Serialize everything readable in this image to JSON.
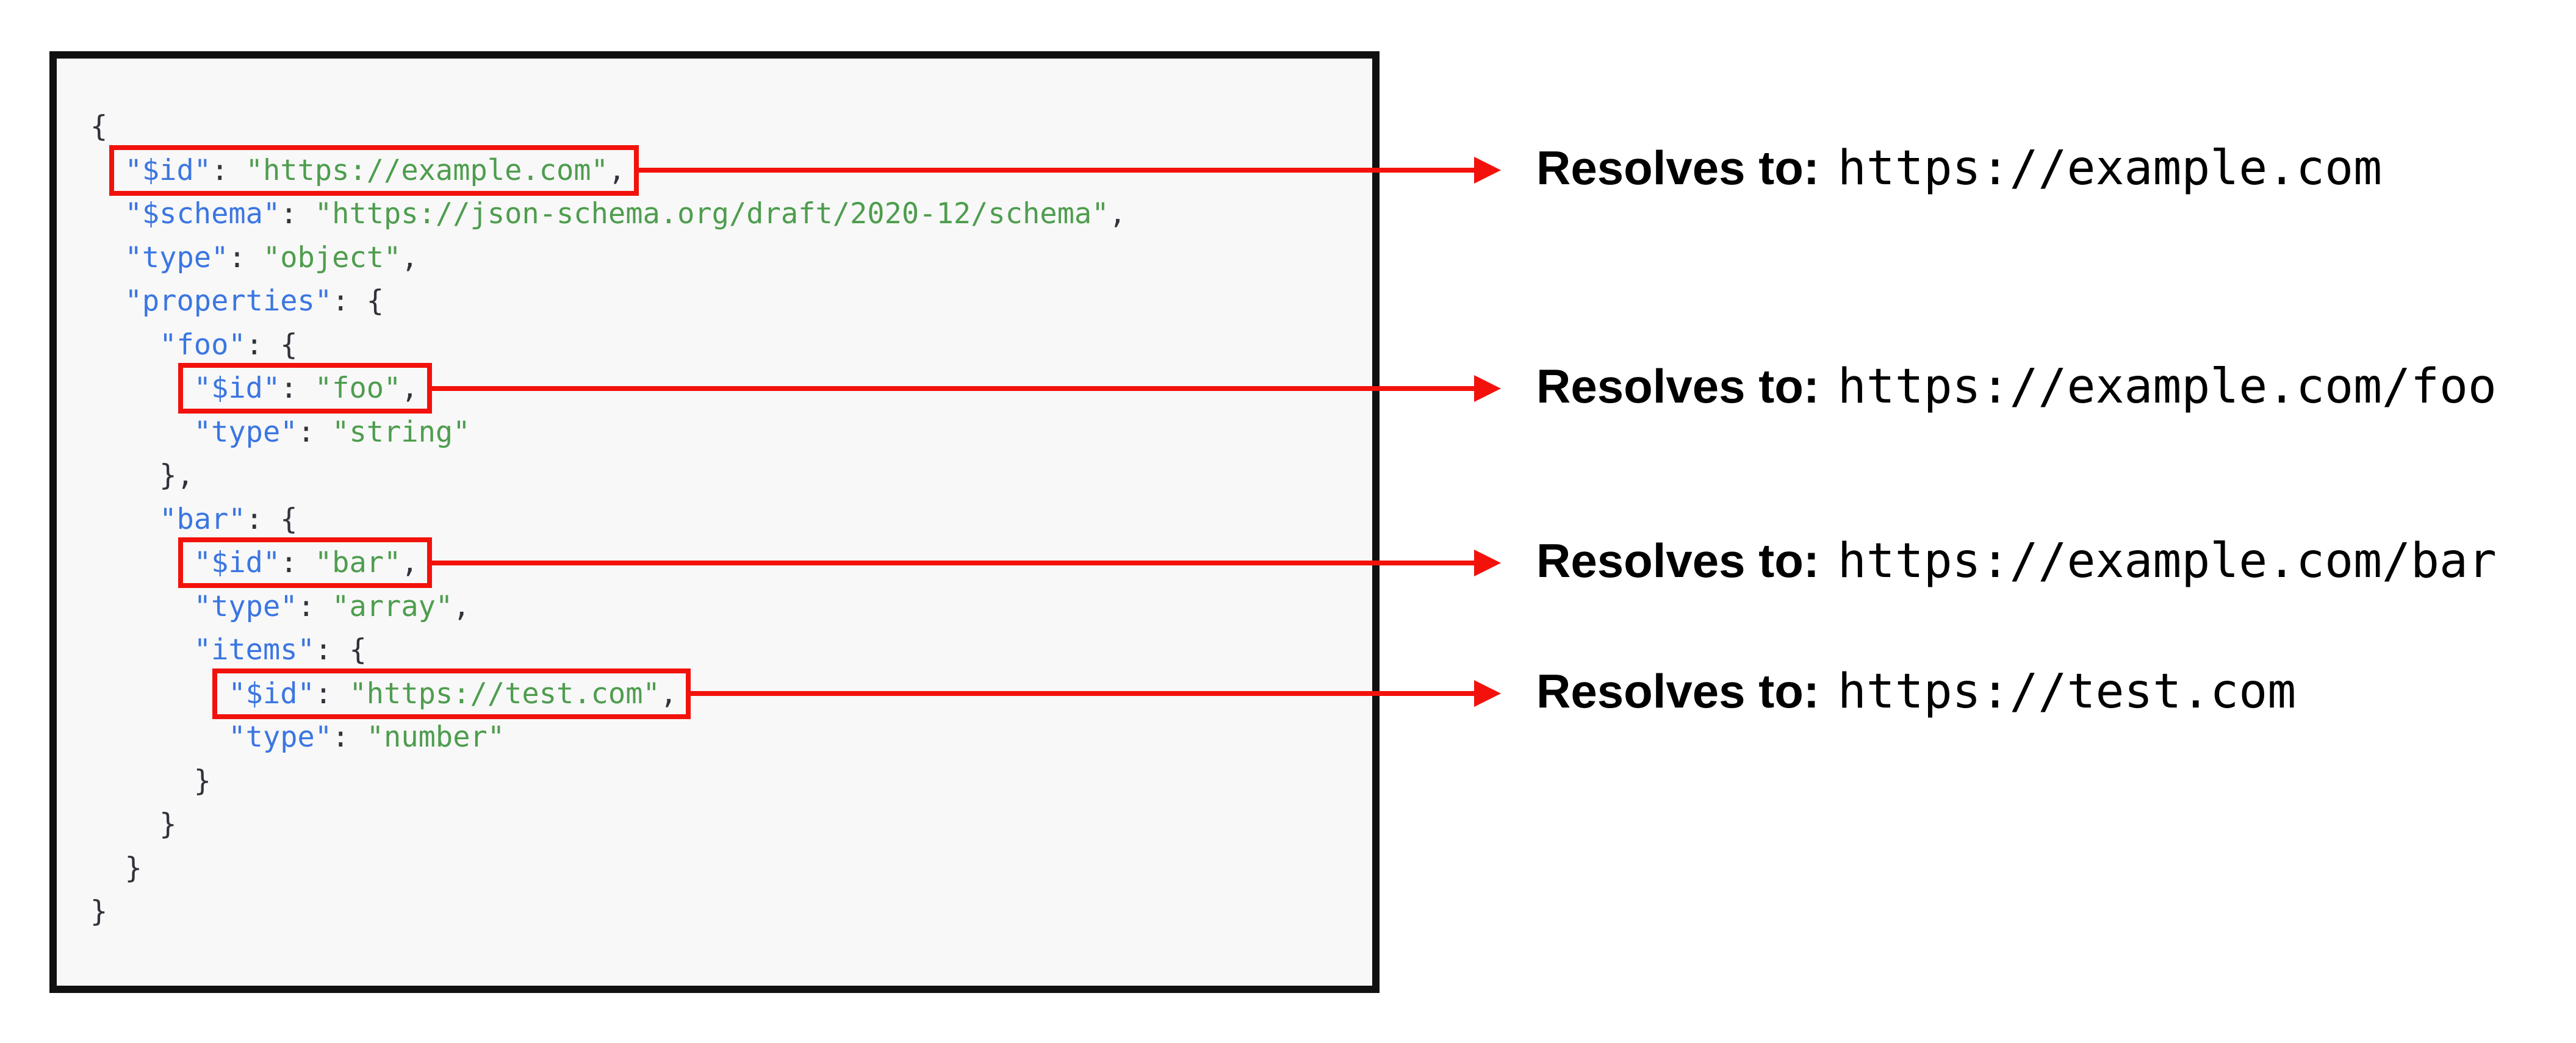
{
  "colors": {
    "key_blue": "#3b76e2",
    "string_green": "#4e9d4e",
    "punctuation": "#30333a",
    "highlight_red": "#f2120b",
    "panel_border": "#111111",
    "panel_background": "#f8f8f8"
  },
  "code_panel": {
    "language": "json-schema",
    "lines": [
      {
        "indent": 0,
        "tokens": [
          {
            "t": "p",
            "s": "{"
          }
        ]
      },
      {
        "indent": 1,
        "hl": true,
        "tokens": [
          {
            "t": "k",
            "s": "\"$id\""
          },
          {
            "t": "p",
            "s": ": "
          },
          {
            "t": "s",
            "s": "\"https://example.com\""
          },
          {
            "t": "p",
            "s": ","
          }
        ]
      },
      {
        "indent": 1,
        "tokens": [
          {
            "t": "k",
            "s": "\"$schema\""
          },
          {
            "t": "p",
            "s": ": "
          },
          {
            "t": "s",
            "s": "\"https://json-schema.org/draft/2020-12/schema\""
          },
          {
            "t": "p",
            "s": ","
          }
        ]
      },
      {
        "indent": 1,
        "tokens": [
          {
            "t": "k",
            "s": "\"type\""
          },
          {
            "t": "p",
            "s": ": "
          },
          {
            "t": "s",
            "s": "\"object\""
          },
          {
            "t": "p",
            "s": ","
          }
        ]
      },
      {
        "indent": 1,
        "tokens": [
          {
            "t": "k",
            "s": "\"properties\""
          },
          {
            "t": "p",
            "s": ": "
          },
          {
            "t": "p",
            "s": "{"
          }
        ]
      },
      {
        "indent": 2,
        "tokens": [
          {
            "t": "k",
            "s": "\"foo\""
          },
          {
            "t": "p",
            "s": ": "
          },
          {
            "t": "p",
            "s": "{"
          }
        ]
      },
      {
        "indent": 3,
        "hl": true,
        "tokens": [
          {
            "t": "k",
            "s": "\"$id\""
          },
          {
            "t": "p",
            "s": ": "
          },
          {
            "t": "s",
            "s": "\"foo\""
          },
          {
            "t": "p",
            "s": ","
          }
        ]
      },
      {
        "indent": 3,
        "tokens": [
          {
            "t": "k",
            "s": "\"type\""
          },
          {
            "t": "p",
            "s": ": "
          },
          {
            "t": "s",
            "s": "\"string\""
          }
        ]
      },
      {
        "indent": 2,
        "tokens": [
          {
            "t": "p",
            "s": "},"
          }
        ]
      },
      {
        "indent": 2,
        "tokens": [
          {
            "t": "k",
            "s": "\"bar\""
          },
          {
            "t": "p",
            "s": ": "
          },
          {
            "t": "p",
            "s": "{"
          }
        ]
      },
      {
        "indent": 3,
        "hl": true,
        "tokens": [
          {
            "t": "k",
            "s": "\"$id\""
          },
          {
            "t": "p",
            "s": ": "
          },
          {
            "t": "s",
            "s": "\"bar\""
          },
          {
            "t": "p",
            "s": ","
          }
        ]
      },
      {
        "indent": 3,
        "tokens": [
          {
            "t": "k",
            "s": "\"type\""
          },
          {
            "t": "p",
            "s": ": "
          },
          {
            "t": "s",
            "s": "\"array\""
          },
          {
            "t": "p",
            "s": ","
          }
        ]
      },
      {
        "indent": 3,
        "tokens": [
          {
            "t": "k",
            "s": "\"items\""
          },
          {
            "t": "p",
            "s": ": "
          },
          {
            "t": "p",
            "s": "{"
          }
        ]
      },
      {
        "indent": 4,
        "hl": true,
        "tokens": [
          {
            "t": "k",
            "s": "\"$id\""
          },
          {
            "t": "p",
            "s": ": "
          },
          {
            "t": "s",
            "s": "\"https://test.com\""
          },
          {
            "t": "p",
            "s": ","
          }
        ]
      },
      {
        "indent": 4,
        "tokens": [
          {
            "t": "k",
            "s": "\"type\""
          },
          {
            "t": "p",
            "s": ": "
          },
          {
            "t": "s",
            "s": "\"number\""
          }
        ]
      },
      {
        "indent": 3,
        "tokens": [
          {
            "t": "p",
            "s": "}"
          }
        ]
      },
      {
        "indent": 2,
        "tokens": [
          {
            "t": "p",
            "s": "}"
          }
        ]
      },
      {
        "indent": 1,
        "tokens": [
          {
            "t": "p",
            "s": "}"
          }
        ]
      },
      {
        "indent": 0,
        "tokens": [
          {
            "t": "p",
            "s": "}"
          }
        ]
      }
    ]
  },
  "annotations": [
    {
      "label": "Resolves to:",
      "value": "https://example.com"
    },
    {
      "label": "Resolves to:",
      "value": "https://example.com/foo"
    },
    {
      "label": "Resolves to:",
      "value": "https://example.com/bar"
    },
    {
      "label": "Resolves to:",
      "value": "https://test.com"
    }
  ]
}
